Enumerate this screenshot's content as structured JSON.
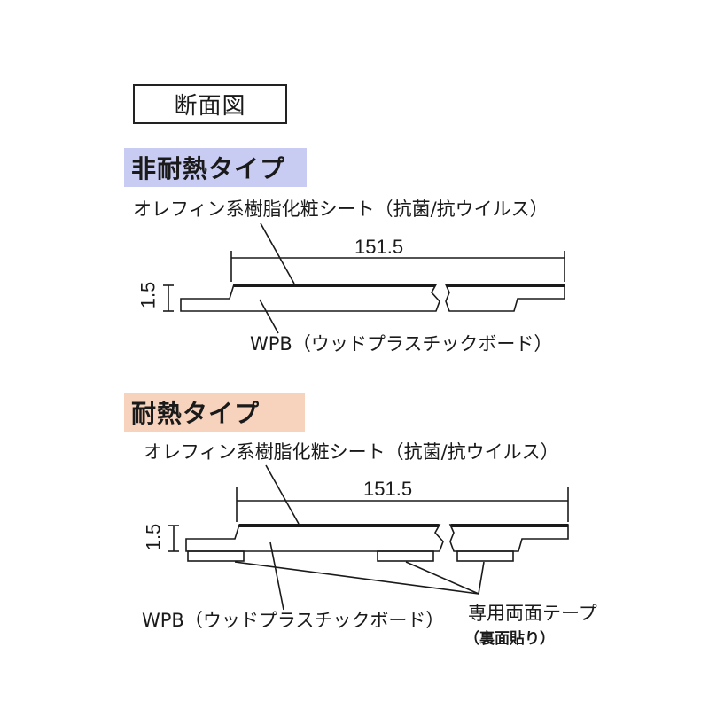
{
  "title": "断面図",
  "colors": {
    "non_heat_resistant_banner": "#c9ccf2",
    "heat_resistant_banner": "#f7d2bd",
    "line": "#1a1a1a"
  },
  "sections": [
    {
      "type_label": "非耐熱タイプ",
      "surface_label": "オレフィン系樹脂化粧シート（抗菌/抗ウイルス）",
      "width_dimension": "151.5",
      "thickness_dimension": "1.5",
      "base_label": "WPB（ウッドプラスチックボード）"
    },
    {
      "type_label": "耐熱タイプ",
      "surface_label": "オレフィン系樹脂化粧シート（抗菌/抗ウイルス）",
      "width_dimension": "151.5",
      "thickness_dimension": "1.5",
      "base_label": "WPB（ウッドプラスチックボード）",
      "tape_label": "専用両面テープ",
      "tape_note": "（裏面貼り）"
    }
  ]
}
